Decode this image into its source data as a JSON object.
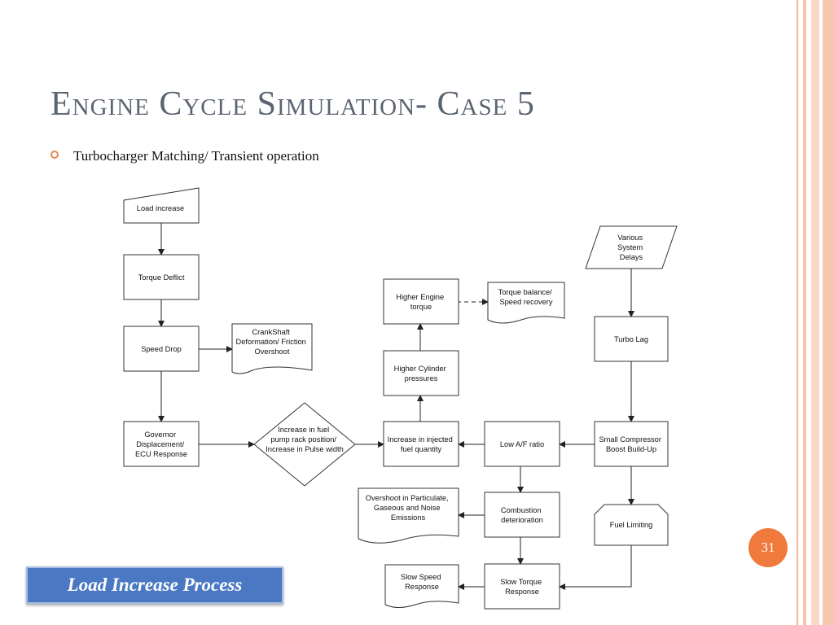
{
  "slide": {
    "title": "Engine Cycle Simulation- Case 5",
    "bullet": "Turbocharger Matching/ Transient operation",
    "page_number": "31",
    "caption": "Load Increase Process"
  },
  "theme": {
    "accent": "#f07a3c",
    "title_color": "#5a6470",
    "caption_bg": "#4a78c2",
    "border_peach": "#f7c7ad"
  },
  "diagram": {
    "nodes": {
      "load_increase": [
        "Load increase"
      ],
      "torque_deflict": [
        "Torque Deflict"
      ],
      "speed_drop": [
        "Speed Drop"
      ],
      "crankshaft": [
        "CrankShaft",
        "Deformation/ Friction",
        "Overshoot"
      ],
      "governor": [
        "Governor",
        "Displacement/",
        "ECU Response"
      ],
      "fuel_pump": [
        "Increase in fuel",
        "pump rack position/",
        "Increase in Pulse width"
      ],
      "injected_fuel": [
        "Increase in injected",
        "fuel quantity"
      ],
      "cylinder_pressures": [
        "Higher Cylinder",
        "pressures"
      ],
      "engine_torque": [
        "Higher Engine",
        "torque"
      ],
      "torque_balance": [
        "Torque balance/",
        "Speed recovery"
      ],
      "low_af": [
        "Low A/F ratio"
      ],
      "system_delays": [
        "Various",
        "System",
        "Delays"
      ],
      "turbo_lag": [
        "Turbo Lag"
      ],
      "compressor": [
        "Small Compressor",
        "Boost Build-Up"
      ],
      "fuel_limiting": [
        "Fuel Limiting"
      ],
      "combustion": [
        "Combustion",
        "deterioration"
      ],
      "overshoot_emissions": [
        "Overshoot in Particulate,",
        "Gaseous and Noise",
        "Emissions"
      ],
      "slow_torque": [
        "Slow Torque",
        "Response"
      ],
      "slow_speed": [
        "Slow Speed",
        "Response"
      ]
    }
  }
}
